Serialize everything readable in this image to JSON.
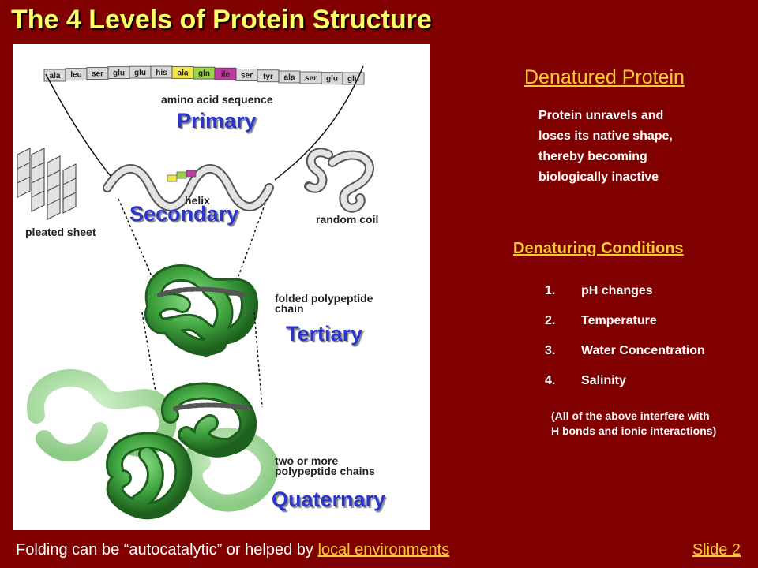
{
  "title": "The 4 Levels of Protein Structure",
  "figure": {
    "amino_acids": [
      "ala",
      "leu",
      "ser",
      "glu",
      "glu",
      "his",
      "ala",
      "gln",
      "ile",
      "ser",
      "tyr",
      "ala",
      "ser",
      "glu",
      "glu"
    ],
    "amino_acid_colors": [
      "#d8d8d8",
      "#d8d8d8",
      "#d8d8d8",
      "#d8d8d8",
      "#d8d8d8",
      "#d8d8d8",
      "#f3e64a",
      "#9ad24a",
      "#c03aa4",
      "#d8d8d8",
      "#d8d8d8",
      "#d8d8d8",
      "#d8d8d8",
      "#d8d8d8",
      "#d8d8d8"
    ],
    "labels": {
      "amino_acid_sequence": "amino acid sequence",
      "primary": "Primary",
      "helix": "helix",
      "secondary": "Secondary",
      "pleated_sheet": "pleated sheet",
      "random_coil": "random coil",
      "folded_chain_1": "folded polypeptide",
      "folded_chain_2": "chain",
      "tertiary": "Tertiary",
      "two_or_more_1": "two or more",
      "two_or_more_2": "polypeptide chains",
      "quaternary": "Quaternary"
    }
  },
  "denatured": {
    "heading": "Denatured Protein",
    "lines": [
      "Protein unravels and",
      "loses its native shape,",
      "thereby becoming",
      "biologically inactive"
    ]
  },
  "conditions": {
    "heading": "Denaturing Conditions",
    "items": [
      {
        "num": "1.",
        "text": "pH changes"
      },
      {
        "num": "2.",
        "text": "Temperature"
      },
      {
        "num": "3.",
        "text": "Water Concentration"
      },
      {
        "num": "4.",
        "text": "Salinity"
      }
    ],
    "note_lines": [
      "(All of the above interfere with",
      "H bonds and ionic interactions)"
    ]
  },
  "footer": {
    "text": "Folding can be “autocatalytic” or helped by ",
    "link": "local environments",
    "slide": "Slide 2"
  },
  "colors": {
    "background": "#800000",
    "title": "#ffff66",
    "accent": "#ffcc33",
    "level_label": "#2b35c9",
    "protein_green": "#3fa33f",
    "protein_light_green": "#a6d9a0"
  }
}
